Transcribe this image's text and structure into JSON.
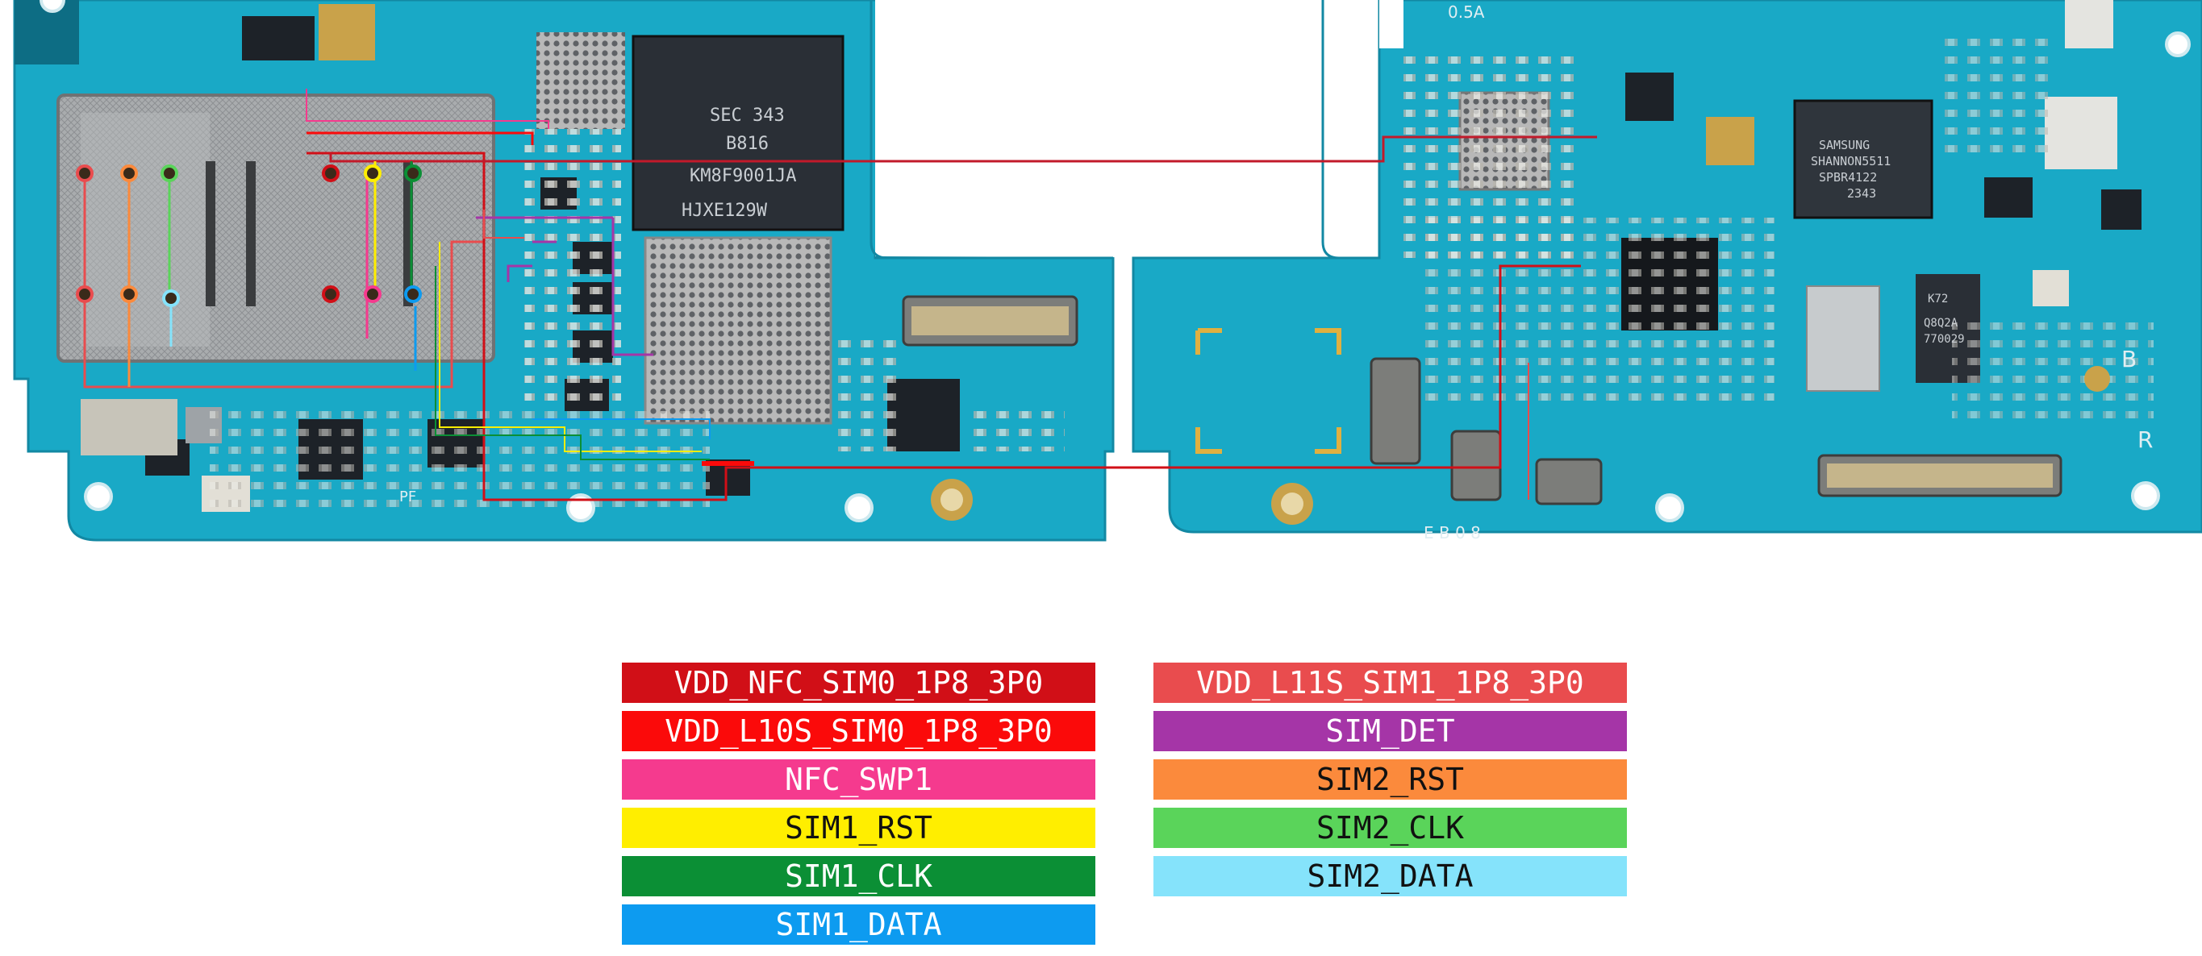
{
  "board": {
    "chip_labels": [
      {
        "text": "SEC 343",
        "name": "chip-label-sec343"
      },
      {
        "text": "B816",
        "name": "chip-label-b816"
      },
      {
        "text": "KM8F9001JA",
        "name": "chip-label-km8f9001ja"
      },
      {
        "text": "HJXE129W",
        "name": "chip-label-hjxe129w"
      },
      {
        "text": "SAMSUNG",
        "name": "chip-label-samsung"
      },
      {
        "text": "SHANNON5511",
        "name": "chip-label-shannon5511"
      },
      {
        "text": "SPBR4122",
        "name": "chip-label-spbr4122"
      },
      {
        "text": "2343",
        "name": "chip-label-2343"
      },
      {
        "text": "K72",
        "name": "chip-label-k72"
      },
      {
        "text": "Q8Q2A",
        "name": "chip-label-q8q2a"
      },
      {
        "text": "770029",
        "name": "chip-label-770029"
      },
      {
        "text": "0.5A",
        "name": "silk-label-05a"
      },
      {
        "text": "B",
        "name": "silk-label-b"
      },
      {
        "text": "R",
        "name": "silk-label-r"
      },
      {
        "text": "E B 0 8",
        "name": "silk-label-eb08"
      },
      {
        "text": "PF",
        "name": "silk-label-pf"
      }
    ]
  },
  "legend": {
    "left": [
      {
        "label": "VDD_NFC_SIM0_1P8_3P0",
        "color": "#d10f17",
        "dark_text": false
      },
      {
        "label": "VDD_L10S_SIM0_1P8_3P0",
        "color": "#fb0a0a",
        "dark_text": false
      },
      {
        "label": "NFC_SWP1",
        "color": "#f53a8e",
        "dark_text": false
      },
      {
        "label": "SIM1_RST",
        "color": "#ffee00",
        "dark_text": true
      },
      {
        "label": "SIM1_CLK",
        "color": "#0b8f35",
        "dark_text": false
      },
      {
        "label": "SIM1_DATA",
        "color": "#0d9bf0",
        "dark_text": false
      }
    ],
    "right": [
      {
        "label": "VDD_L11S_SIM1_1P8_3P0",
        "color": "#e94c4e",
        "dark_text": false
      },
      {
        "label": "SIM_DET",
        "color": "#a535a7",
        "dark_text": false
      },
      {
        "label": "SIM2_RST",
        "color": "#fb8a3c",
        "dark_text": true
      },
      {
        "label": "SIM2_CLK",
        "color": "#5ad45a",
        "dark_text": true
      },
      {
        "label": "SIM2_DATA",
        "color": "#85e3fb",
        "dark_text": true
      }
    ]
  },
  "colors": {
    "board_blue": "#19a9c6",
    "board_edge": "#1598b4",
    "chip_dark": "#1d2228",
    "shield_grey": "#9fa3a6",
    "gold": "#c9a24a"
  }
}
